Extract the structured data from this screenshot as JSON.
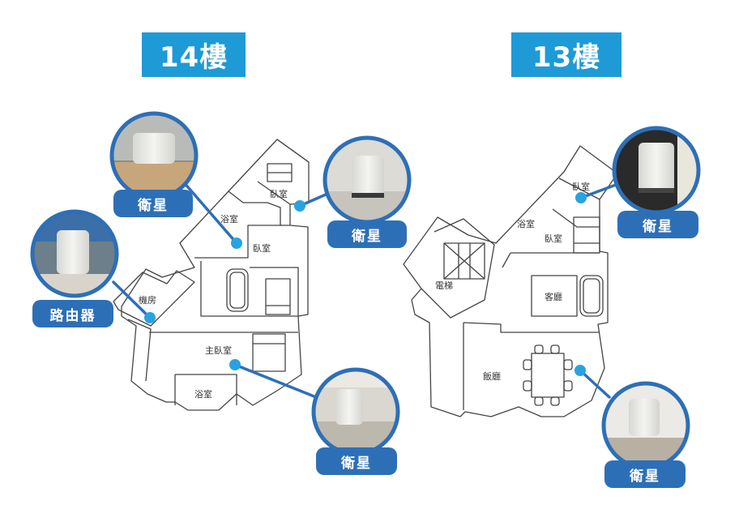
{
  "floors": [
    {
      "id": "f14",
      "title": "14樓"
    },
    {
      "id": "f13",
      "title": "13樓"
    }
  ],
  "rooms_14": {
    "bedroom_top": "臥室",
    "bath_mid": "浴室",
    "bedroom_mid": "臥室",
    "machine_room": "機房",
    "master_bedroom": "主臥室",
    "bath_bottom": "浴室"
  },
  "rooms_13": {
    "bedroom_top": "臥室",
    "bath": "浴室",
    "bedroom_mid": "臥室",
    "elevator": "電梯",
    "living_room": "客廳",
    "dining_room": "飯廳"
  },
  "devices": {
    "router_label": "路由器",
    "satellite_label": "衛星"
  },
  "colors": {
    "title_bg": "#1e9ad6",
    "pill_bg": "#2d6fb7",
    "circle_border": "#2d6fb7",
    "marker": "#29a3e0",
    "connector": "#2d6fb7",
    "wall": "#444444"
  }
}
